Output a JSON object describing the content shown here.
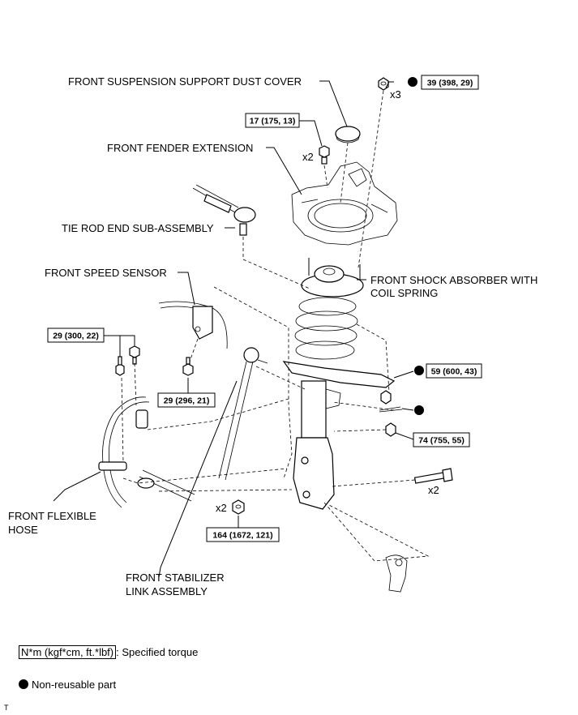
{
  "labels": {
    "dust_cover": "FRONT SUSPENSION SUPPORT DUST COVER",
    "fender_extension": "FRONT FENDER EXTENSION",
    "tie_rod_end": "TIE ROD END SUB-ASSEMBLY",
    "speed_sensor": "FRONT SPEED SENSOR",
    "shock_absorber_line1": "FRONT SHOCK ABSORBER WITH",
    "shock_absorber_line2": "COIL SPRING",
    "flexible_hose_line1": "FRONT FLEXIBLE",
    "flexible_hose_line2": "HOSE",
    "stabilizer_link_line1": "FRONT STABILIZER",
    "stabilizer_link_line2": "LINK ASSEMBLY"
  },
  "torques": {
    "t39": "39 (398, 29)",
    "t17": "17 (175, 13)",
    "t29a": "29 (300, 22)",
    "t29b": "29 (296, 21)",
    "t59": "59 (600, 43)",
    "t74": "74 (755, 55)",
    "t164": "164 (1672, 121)"
  },
  "quantities": {
    "x3": "x3",
    "x2_top": "x2",
    "x2_bolt": "x2",
    "x2_nut": "x2"
  },
  "legend": {
    "torque_unit": "N*m (kgf*cm, ft.*lbf)",
    "torque_desc": ": Specified torque",
    "nonreusable_desc": "Non-reusable part"
  },
  "corner_mark": "T",
  "colors": {
    "ink": "#000000",
    "paper": "#ffffff"
  }
}
